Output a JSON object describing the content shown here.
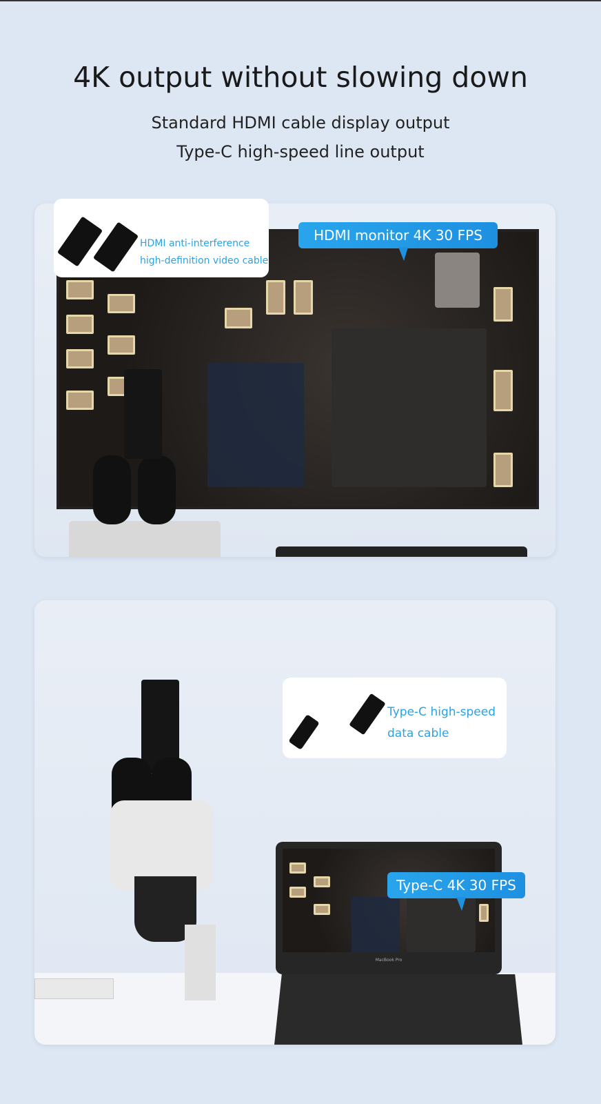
{
  "header": {
    "title": "4K output without slowing down",
    "subtitle_1": "Standard HDMI cable display output",
    "subtitle_2": "Type-C high-speed line output"
  },
  "panel_hdmi": {
    "callout_line_1": "HDMI anti-interference",
    "callout_line_2": "high-definition video cable",
    "bubble": "HDMI monitor 4K 30 FPS"
  },
  "panel_typec": {
    "callout_line_1": "Type-C high-speed",
    "callout_line_2": "data cable",
    "bubble": "Type-C 4K 30 FPS",
    "laptop_label": "MacBook Pro"
  },
  "colors": {
    "background": "#dde7f4",
    "accent": "#29a5ec",
    "callout_text": "#2aa2e3"
  }
}
